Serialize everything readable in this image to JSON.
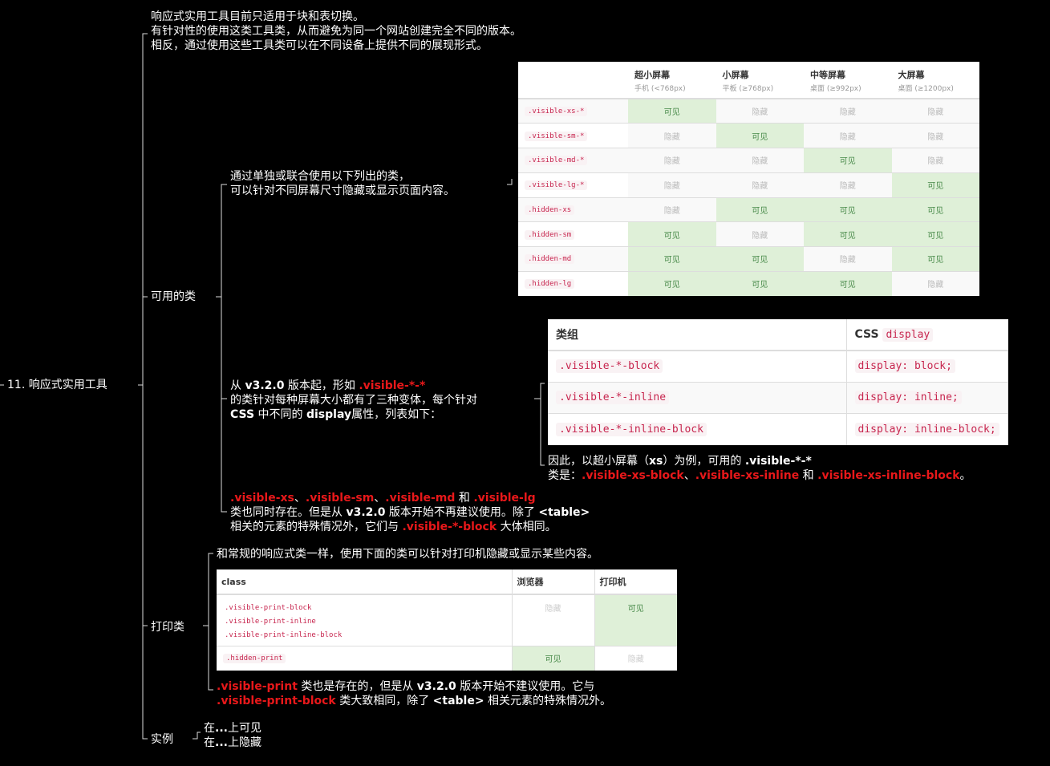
{
  "root": {
    "label": "11. 响应式实用工具"
  },
  "intro": {
    "line1": "响应式实用工具目前只适用于块和表切换。",
    "line2": "有针对性的使用这类工具类，从而避免为同一个网站创建完全不同的版本。",
    "line3": "相反，通过使用这些工具类可以在不同设备上提供不同的展现形式。"
  },
  "available": {
    "label": "可用的类",
    "node1": {
      "line1": "通过单独或联合使用以下列出的类，",
      "line2": "可以针对不同屏幕尺寸隐藏或显示页面内容。"
    },
    "node2": {
      "l1_pre": "从 ",
      "l1_ver": "v3.2.0",
      "l1_mid": " 版本起，形如 ",
      "l1_code": ".visible-*-*",
      "line2": "的类针对每种屏幕大小都有了三种变体，每个针对",
      "l3_css": "CSS",
      "l3_mid": " 中不同的 ",
      "l3_display": "display",
      "l3_post": "属性，列表如下："
    },
    "node2_child": {
      "l1_pre": "因此，以超小屏幕（",
      "l1_xs": "xs",
      "l1_mid": "）为例，可用的 ",
      "l1_code": ".visible-*-*",
      "l2_pre": "类是：",
      "c1": ".visible-xs-block",
      "sep1": "、",
      "c2": ".visible-xs-inline",
      "and": " 和 ",
      "c3": ".visible-xs-inline-block",
      "end": "。"
    },
    "node3": {
      "c1": ".visible-xs",
      "s1": "、",
      "c2": ".visible-sm",
      "s2": "、",
      "c3": ".visible-md",
      "and": " 和 ",
      "c4": ".visible-lg",
      "l2_pre": "类也同时存在。但是从 ",
      "l2_ver": "v3.2.0",
      "l2_mid": " 版本开始不再建议使用。除了 ",
      "l2_tag": "<table>",
      "l3_pre": "相关的元素的特殊情况外，它们与 ",
      "l3_code": ".visible-*-block",
      "l3_post": " 大体相同。"
    }
  },
  "table1": {
    "headers": [
      {
        "title": "",
        "sub": ""
      },
      {
        "title": "超小屏幕",
        "sub": "手机 (<768px)"
      },
      {
        "title": "小屏幕",
        "sub": "平板 (≥768px)"
      },
      {
        "title": "中等屏幕",
        "sub": "桌面 (≥992px)"
      },
      {
        "title": "大屏幕",
        "sub": "桌面 (≥1200px)"
      }
    ],
    "visible_text": "可见",
    "hidden_text": "隐藏",
    "rows": [
      {
        "cls": ".visible-xs-*",
        "v": [
          1,
          0,
          0,
          0
        ]
      },
      {
        "cls": ".visible-sm-*",
        "v": [
          0,
          1,
          0,
          0
        ]
      },
      {
        "cls": ".visible-md-*",
        "v": [
          0,
          0,
          1,
          0
        ]
      },
      {
        "cls": ".visible-lg-*",
        "v": [
          0,
          0,
          0,
          1
        ]
      },
      {
        "cls": ".hidden-xs",
        "v": [
          0,
          1,
          1,
          1
        ]
      },
      {
        "cls": ".hidden-sm",
        "v": [
          1,
          0,
          1,
          1
        ]
      },
      {
        "cls": ".hidden-md",
        "v": [
          1,
          1,
          0,
          1
        ]
      },
      {
        "cls": ".hidden-lg",
        "v": [
          1,
          1,
          1,
          0
        ]
      }
    ]
  },
  "table2": {
    "h1": "类组",
    "h2_pre": "CSS ",
    "h2_code": "display",
    "rows": [
      {
        "cls": ".visible-*-block",
        "css": "display: block;"
      },
      {
        "cls": ".visible-*-inline",
        "css": "display: inline;"
      },
      {
        "cls": ".visible-*-inline-block",
        "css": "display: inline-block;"
      }
    ]
  },
  "print": {
    "label": "打印类",
    "node1": "和常规的响应式类一样，使用下面的类可以针对打印机隐藏或显示某些内容。",
    "table": {
      "h1": "class",
      "h2": "浏览器",
      "h3": "打印机",
      "r1_classes": [
        ".visible-print-block",
        ".visible-print-inline",
        ".visible-print-inline-block"
      ],
      "r1_browser": "隐藏",
      "r1_printer": "可见",
      "r2_class": ".hidden-print",
      "r2_browser": "可见",
      "r2_printer": "隐藏"
    },
    "node2": {
      "c1": ".visible-print",
      "l1_mid": " 类也是存在的，但是从 ",
      "l1_ver": "v3.2.0",
      "l1_post": " 版本开始不建议使用。它与",
      "c2": ".visible-print-block",
      "l2_mid": " 类大致相同，除了 ",
      "l2_tag": "<table>",
      "l2_post": " 相关元素的特殊情况外。"
    }
  },
  "example": {
    "label": "实例",
    "l1_pre": "在",
    "l1_dots": "...",
    "l1_post": "上可见",
    "l2_pre": "在",
    "l2_dots": "...",
    "l2_post": "上隐藏"
  }
}
